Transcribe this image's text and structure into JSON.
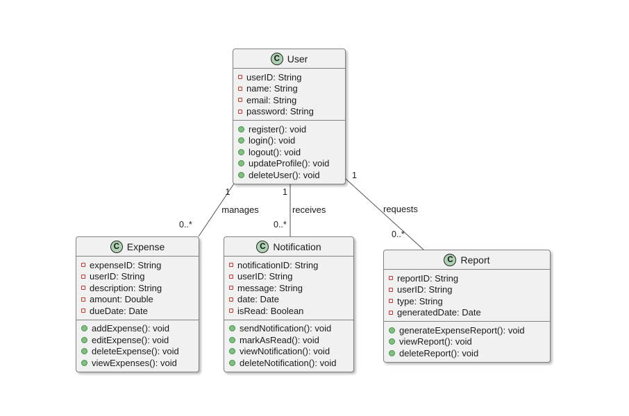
{
  "diagram": {
    "classes": [
      {
        "name": "User",
        "badge": "C",
        "attributes": [
          "userID: String",
          "name: String",
          "email: String",
          "password: String"
        ],
        "methods": [
          "register(): void",
          "login(): void",
          "logout(): void",
          "updateProfile(): void",
          "deleteUser(): void"
        ]
      },
      {
        "name": "Expense",
        "badge": "C",
        "attributes": [
          "expenseID: String",
          "userID: String",
          "description: String",
          "amount: Double",
          "dueDate: Date"
        ],
        "methods": [
          "addExpense(): void",
          "editExpense(): void",
          "deleteExpense(): void",
          "viewExpenses(): void"
        ]
      },
      {
        "name": "Notification",
        "badge": "C",
        "attributes": [
          "notificationID: String",
          "userID: String",
          "message: String",
          "date: Date",
          "isRead: Boolean"
        ],
        "methods": [
          "sendNotification(): void",
          "markAsRead(): void",
          "viewNotification(): void",
          "deleteNotification(): void"
        ]
      },
      {
        "name": "Report",
        "badge": "C",
        "attributes": [
          "reportID: String",
          "userID: String",
          "type: String",
          "generatedDate: Date"
        ],
        "methods": [
          "generateExpenseReport(): void",
          "viewReport(): void",
          "deleteReport(): void"
        ]
      }
    ],
    "relationships": [
      {
        "from": "User",
        "to": "Expense",
        "label": "manages",
        "from_multiplicity": "1",
        "to_multiplicity": "0..*"
      },
      {
        "from": "User",
        "to": "Notification",
        "label": "receives",
        "from_multiplicity": "1",
        "to_multiplicity": "0..*"
      },
      {
        "from": "User",
        "to": "Report",
        "label": "requests",
        "from_multiplicity": "1",
        "to_multiplicity": "0..*"
      }
    ],
    "colors": {
      "box_background": "#F1F1F1",
      "box_border": "#808080",
      "badge_fill": "#ADD1B2",
      "badge_border": "#222222",
      "attribute_marker": "#C4312E",
      "method_marker": "#81BE81",
      "edge": "#4D4D4D"
    }
  }
}
